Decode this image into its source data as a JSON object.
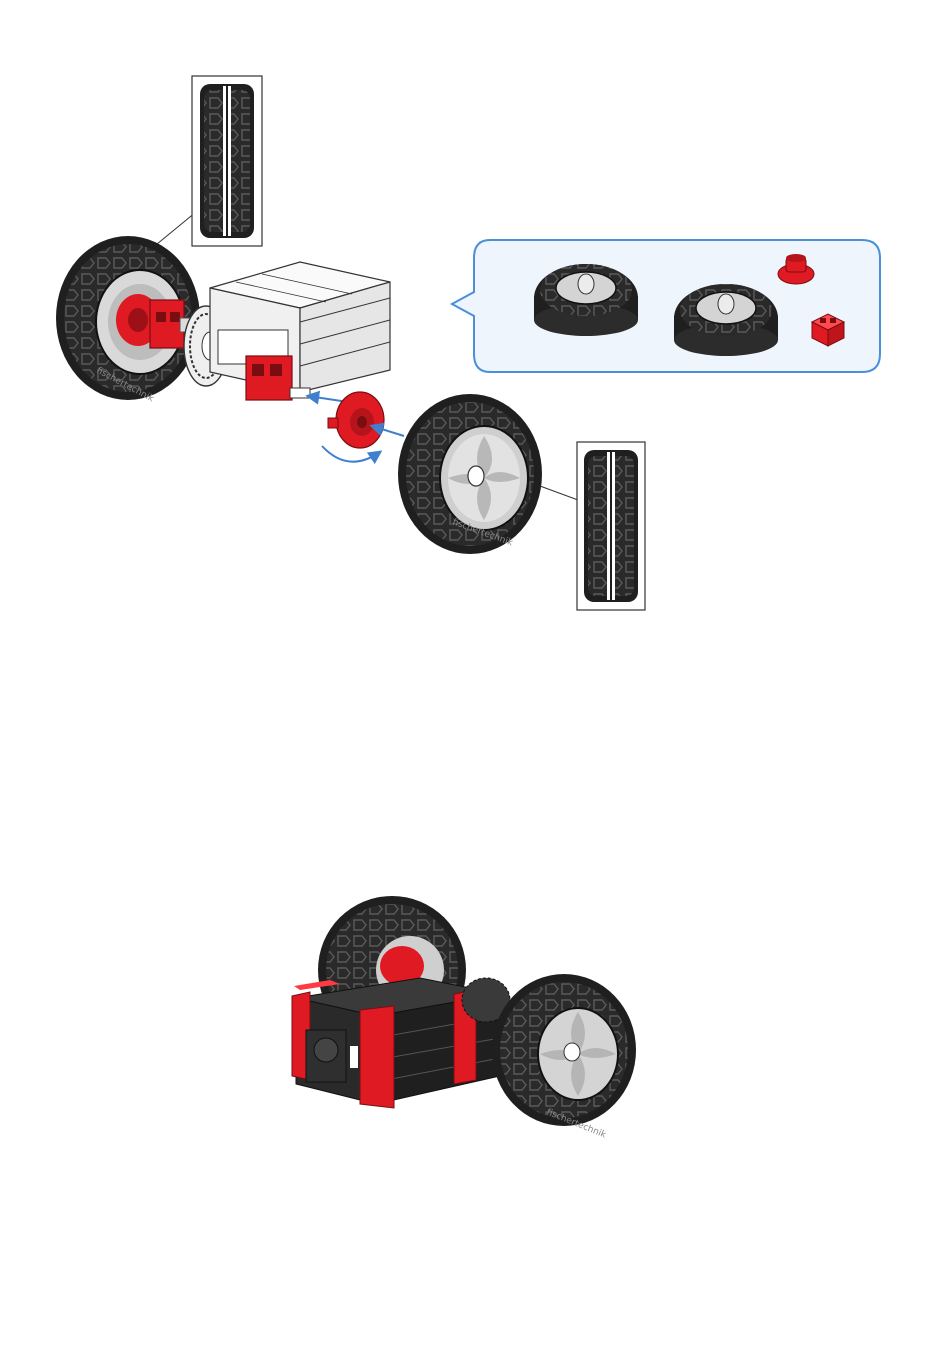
{
  "document": {
    "steps": [
      {
        "id": "assembly-step",
        "brand_marking": "fischertechnik"
      },
      {
        "id": "completed-result",
        "brand_marking": "fischertechnik"
      }
    ],
    "parts_callout": {
      "items": [
        "tire-with-hub",
        "tire-with-hub",
        "red-hub-nut",
        "red-building-block"
      ]
    },
    "colors": {
      "accent_red": "#e01a22",
      "tire_black": "#1f1f1f",
      "callout_border": "#4a90d9",
      "callout_fill": "#eef5fc",
      "arrow_blue": "#3e7fd0",
      "block_gray": "#f2f2f2",
      "block_black": "#222222"
    }
  }
}
